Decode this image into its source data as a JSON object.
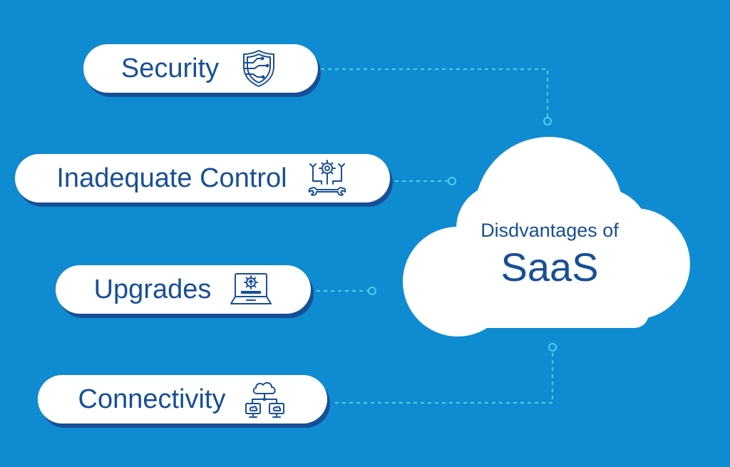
{
  "cloud": {
    "subtitle": "Disdvantages of",
    "title": "SaaS"
  },
  "items": [
    {
      "label": "Security",
      "icon": "shield-circuit-icon"
    },
    {
      "label": "Inadequate Control",
      "icon": "gear-wrench-control-icon"
    },
    {
      "label": "Upgrades",
      "icon": "laptop-upgrade-icon"
    },
    {
      "label": "Connectivity",
      "icon": "cloud-network-icon"
    }
  ],
  "colors": {
    "background": "#0f8bd1",
    "pill": "#ffffff",
    "pill_shadow": "#174f96",
    "text": "#184f97",
    "connector": "#4fd0f0"
  }
}
